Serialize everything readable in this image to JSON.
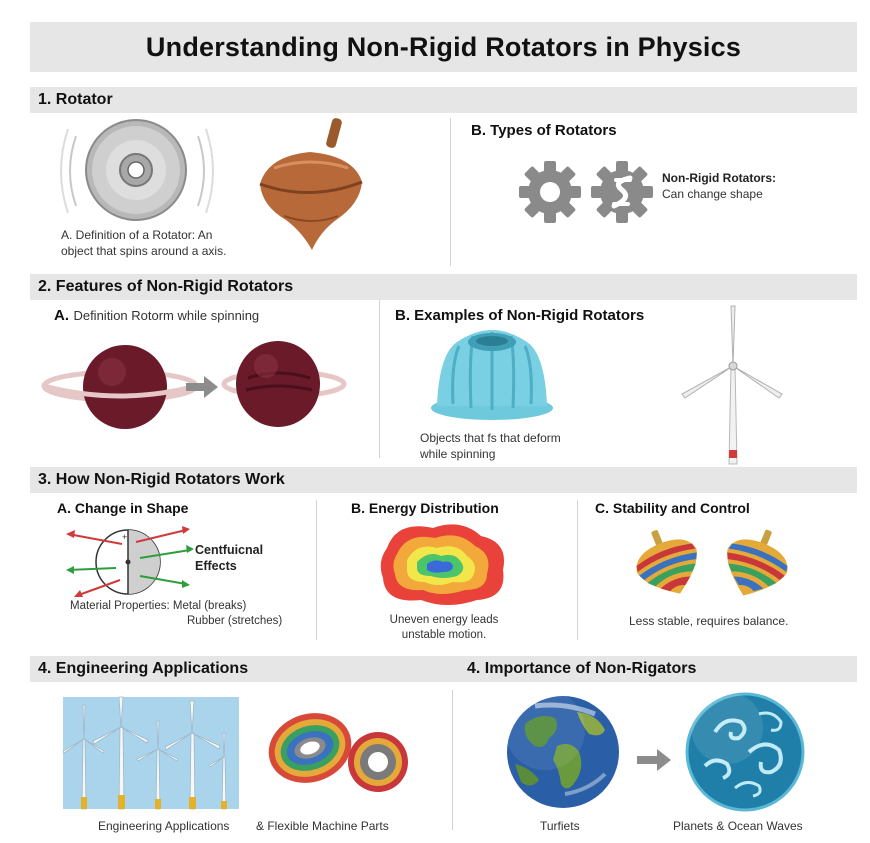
{
  "title": "Understanding Non-Rigid Rotators in Physics",
  "sections": {
    "s1": {
      "heading": "1. Rotator",
      "definition_line1": "A. Definition of a Rotator: An",
      "definition_line2": "object that spins around a axis.",
      "types_heading": "B. Types of Rotators",
      "nonrigid_label": "Non-Rigid Rotators:",
      "nonrigid_desc": "Can change shape"
    },
    "s2": {
      "heading": "2. Features of Non-Rigid Rotators",
      "a_prefix": "A.",
      "a_text": "Definition Rotorm while spinning",
      "b_heading": "B. Examples of Non-Rigid Rotators",
      "b_caption_line1": "Objects that fs that deform",
      "b_caption_line2": "while spinning"
    },
    "s3": {
      "heading": "3. How Non-Rigid Rotators Work",
      "a_heading": "A. Change in Shape",
      "centrifugal_line1": "Centfuicnal",
      "centrifugal_line2": "Effects",
      "material_line1": "Material Properties: Metal (breaks)",
      "material_line2": "Rubber (stretches)",
      "b_heading": "B. Energy Distribution",
      "b_caption_line1": "Uneven energy leads",
      "b_caption_line2": "unstable motion.",
      "c_heading": "C. Stability and Control",
      "c_caption": "Less stable, requires balance."
    },
    "s4": {
      "left_heading": "4. Engineering Applications",
      "left_caption1": "Engineering Applications",
      "left_caption2": "& Flexible Machine Parts",
      "right_heading": "4. Importance of Non-Rigators",
      "right_caption1": "Turfiets",
      "right_caption2": "Planets & Ocean Waves"
    }
  },
  "colors": {
    "bar_bg": "#e6e6e6",
    "divider": "#d4d4d4",
    "sphere": "#6b1a2a",
    "jelly": "#6ec9dc",
    "gear": "#8a8a8a",
    "arrow": "#8c8c8c",
    "sky": "#a9d4ec"
  },
  "icons": [
    "cd-disc-icon",
    "spinning-top-icon",
    "gear-icon",
    "flexible-gear-icon",
    "arrow-right-icon",
    "wind-turbine-icon",
    "earth-icon",
    "ocean-planet-icon"
  ]
}
